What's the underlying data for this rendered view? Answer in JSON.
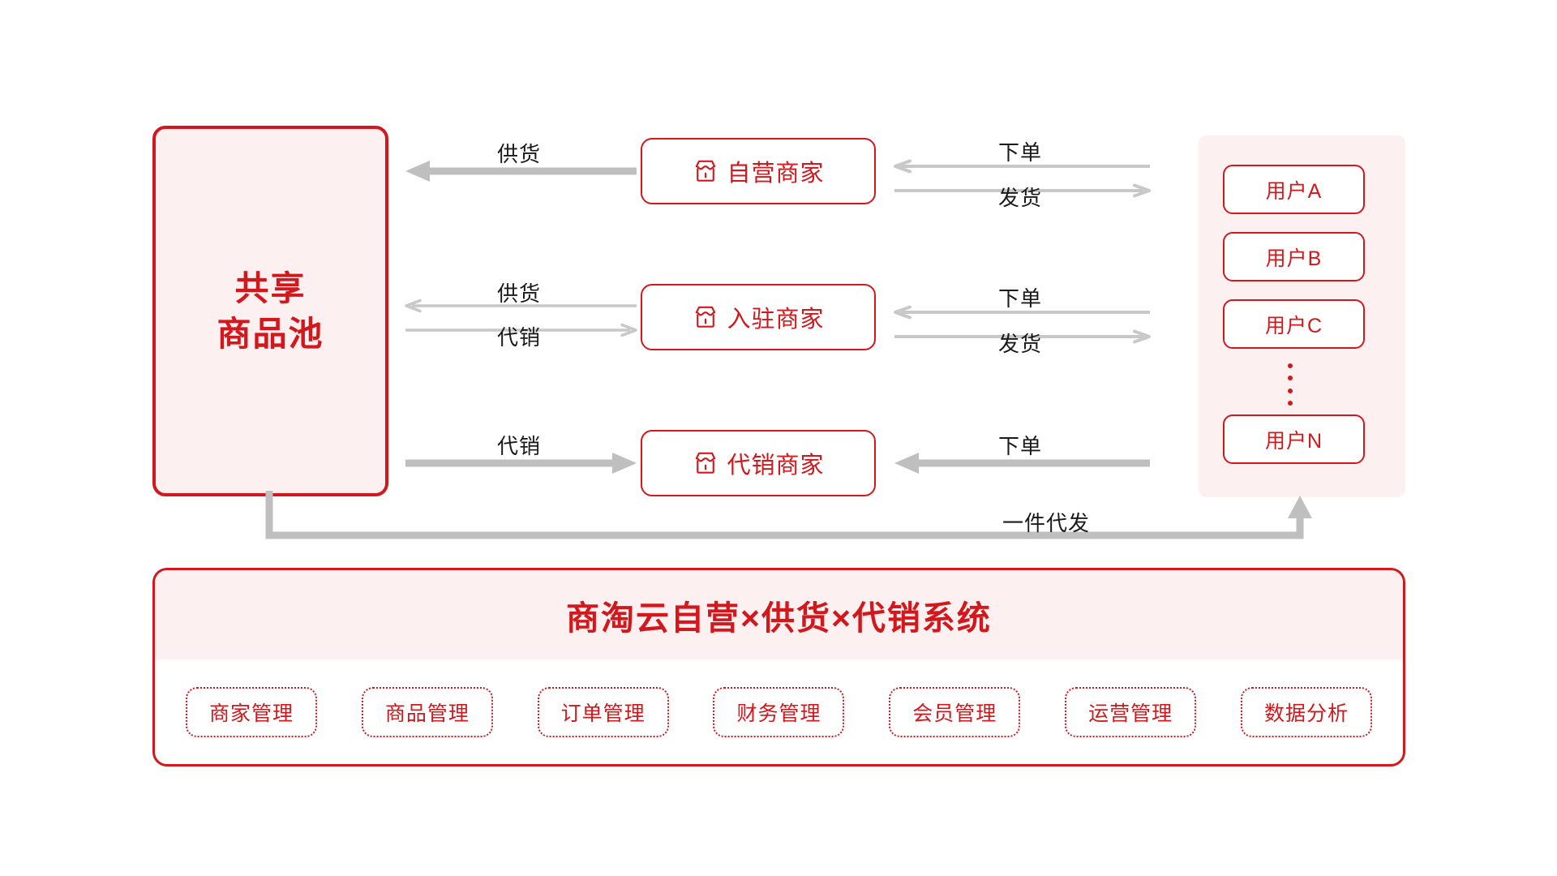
{
  "diagram": {
    "pool": {
      "line1": "共享",
      "line2": "商品池",
      "name": "shared-product-pool"
    },
    "merchants": [
      {
        "label": "自营商家",
        "icon": "storefront-icon"
      },
      {
        "label": "入驻商家",
        "icon": "storefront-icon"
      },
      {
        "label": "代销商家",
        "icon": "storefront-icon"
      }
    ],
    "users": [
      {
        "label": "用户A"
      },
      {
        "label": "用户B"
      },
      {
        "label": "用户C"
      },
      {
        "label": "用户N"
      }
    ],
    "users_ellipsis": "⋮",
    "flows": {
      "left_row1_top": "供货",
      "left_row2_top": "供货",
      "left_row2_bottom": "代销",
      "left_row3_top": "代销",
      "right_row1_top": "下单",
      "right_row1_bottom": "发货",
      "right_row2_top": "下单",
      "right_row2_bottom": "发货",
      "right_row3_top": "下单",
      "dropship": "一件代发"
    }
  },
  "system": {
    "title": "商淘云自营×供货×代销系统",
    "tags": [
      "商家管理",
      "商品管理",
      "订单管理",
      "财务管理",
      "会员管理",
      "运营管理",
      "数据分析"
    ]
  },
  "colors": {
    "brand_red": "#D2181C",
    "panel_pink": "#FDF0F0",
    "arrow_gray": "#BFBFBF",
    "arrow_gray_light": "#CCCCCC",
    "text_dark": "#1A1A1A"
  }
}
